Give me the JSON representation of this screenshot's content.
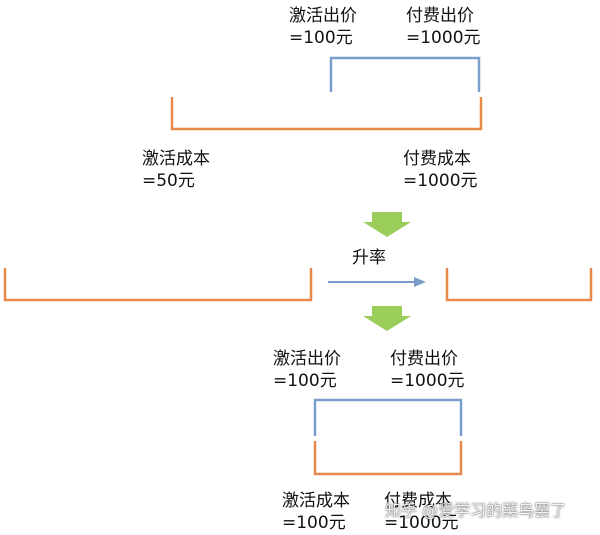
{
  "colors": {
    "orange": "#E8894B",
    "blue": "#7A9FCC",
    "green": "#9ACD5A",
    "arrow": "#7B9CC9"
  },
  "top": {
    "activation_bid": "激活出价",
    "activation_bid_value": "=100元",
    "pay_bid": "付费出价",
    "pay_bid_value": "=1000元",
    "activation_cost": "激活成本",
    "activation_cost_value": "=50元",
    "pay_cost": "付费成本",
    "pay_cost_value": "=1000元"
  },
  "middle": {
    "arrow_label": "升率"
  },
  "bottom": {
    "activation_bid": "激活出价",
    "activation_bid_value": "=100元",
    "pay_bid": "付费出价",
    "pay_bid_value": "=1000元",
    "activation_cost": "激活成本",
    "activation_cost_value": "=100元",
    "pay_cost": "付费成本",
    "pay_cost_value": "=1000元"
  },
  "watermark": "知乎 @爱学习的菜鸟罢了"
}
